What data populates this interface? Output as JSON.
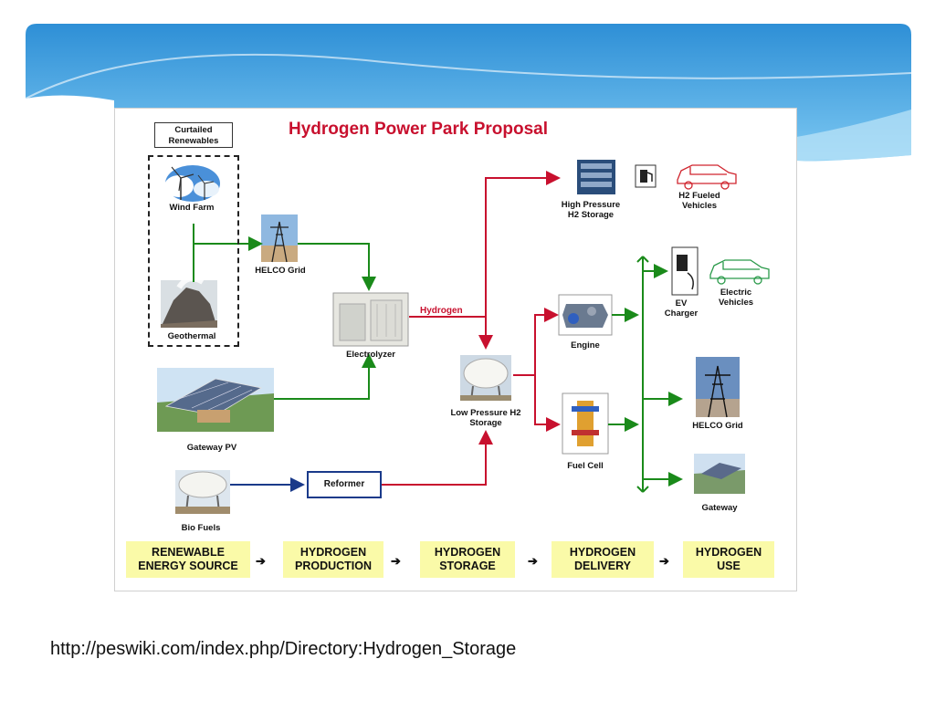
{
  "diagram": {
    "title": "Hydrogen Power Park Proposal",
    "curtailed_label": "Curtailed\nRenewables",
    "nodes": {
      "wind_farm": "Wind Farm",
      "geothermal": "Geothermal",
      "helco_grid_in": "HELCO Grid",
      "electrolyzer": "Electrolyzer",
      "gateway_pv": "Gateway PV",
      "bio_fuels": "Bio Fuels",
      "reformer": "Reformer",
      "low_pressure": "Low Pressure H2\nStorage",
      "high_pressure": "High Pressure\nH2 Storage",
      "h2_vehicles": "H2 Fueled\nVehicles",
      "engine": "Engine",
      "fuel_cell": "Fuel Cell",
      "ev_charger": "EV\nCharger",
      "electric_vehicles": "Electric\nVehicles",
      "helco_grid_out": "HELCO Grid",
      "gateway": "Gateway"
    },
    "hydrogen_label": "Hydrogen",
    "stages": [
      "RENEWABLE\nENERGY SOURCE",
      "HYDROGEN\nPRODUCTION",
      "HYDROGEN\nSTORAGE",
      "HYDROGEN\nDELIVERY",
      "HYDROGEN\nUSE"
    ],
    "stage_arrow": "➔",
    "colors": {
      "title": "#c8102e",
      "electric_flow": "#1a8a1a",
      "hydrogen_flow": "#c8102e",
      "biofuel_flow": "#1a3a8a",
      "stage_bg": "#fafaa8"
    }
  },
  "source_url": "http://peswiki.com/index.php/Directory:Hydrogen_Storage"
}
